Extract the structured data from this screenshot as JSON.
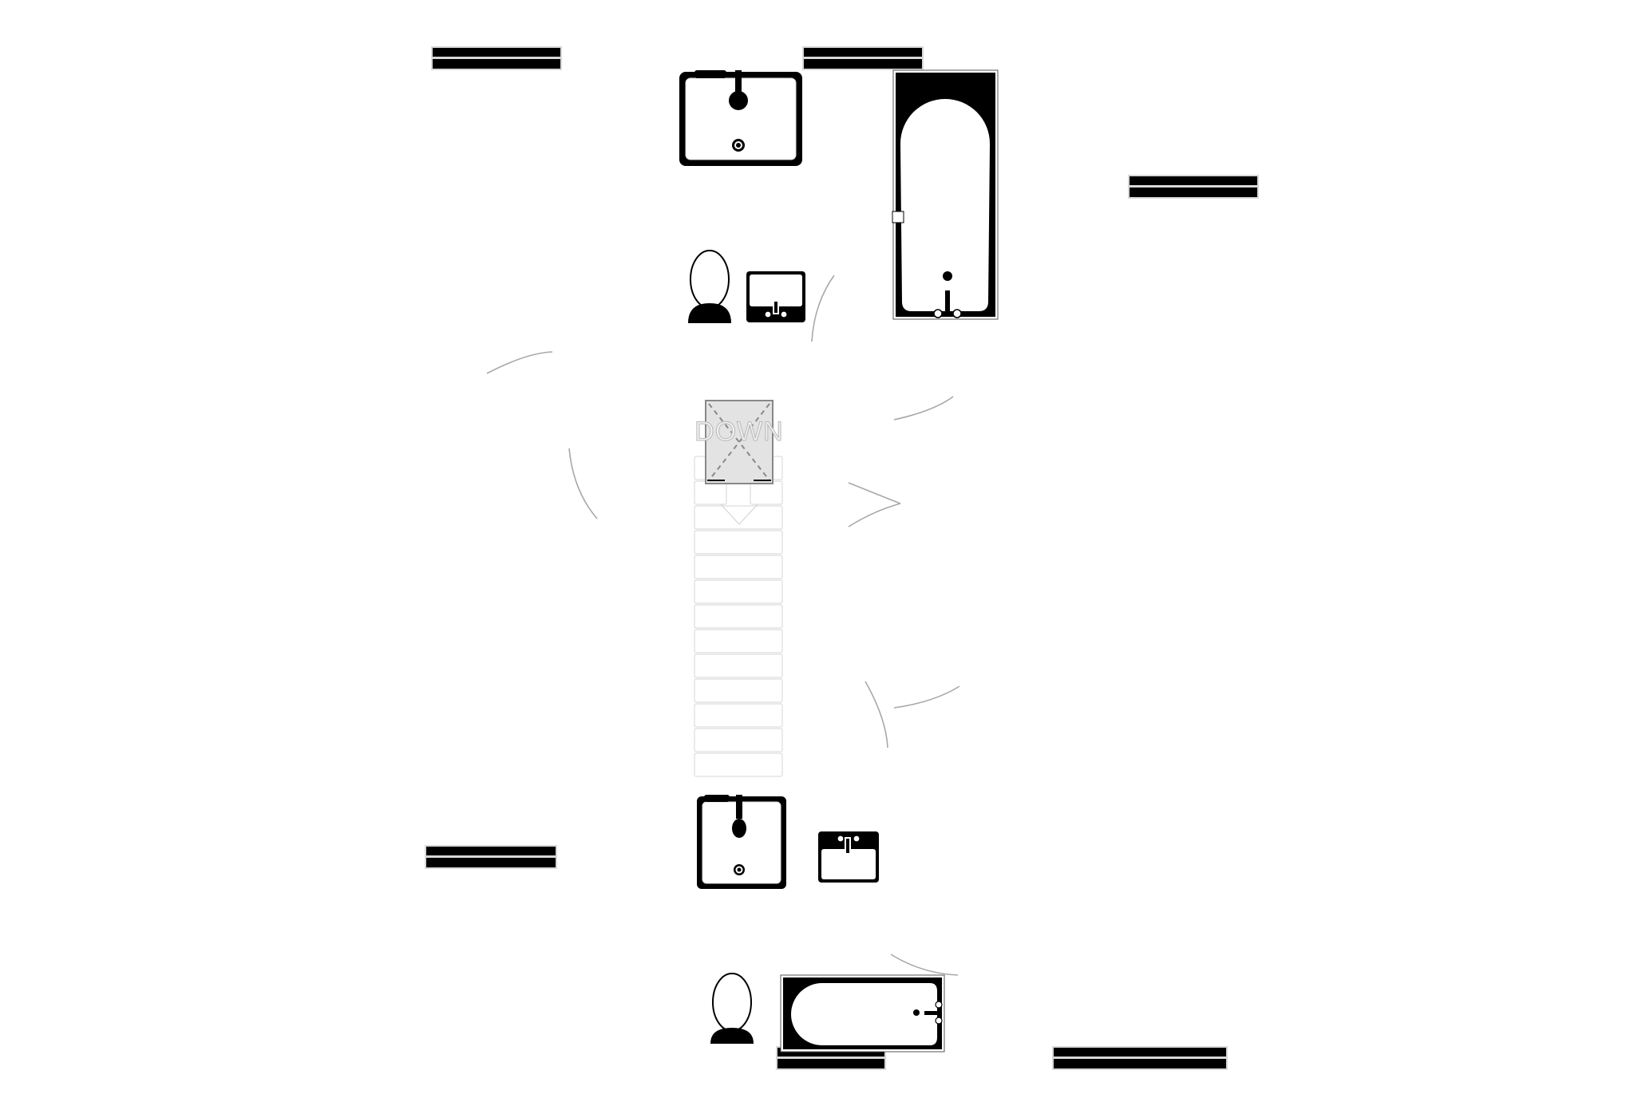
{
  "diagram": {
    "type": "floor-plan",
    "description": "Upper floor fixture layout with two bathrooms and a central staircase",
    "colors": {
      "fixture": "#000000",
      "background": "#ffffff",
      "door_swing": "#a8a8a8",
      "stair_line": "#d6d6d6",
      "stair_landing": "#e3e3e3"
    },
    "staircase": {
      "label": "DOWN",
      "direction": "down",
      "tread_count": 13
    },
    "fixtures": [
      {
        "id": "shower-tray-top",
        "kind": "shower tray",
        "room": "upper bathroom"
      },
      {
        "id": "bathtub-top",
        "kind": "bathtub",
        "room": "upper bathroom"
      },
      {
        "id": "toilet-top",
        "kind": "toilet",
        "room": "upper bathroom"
      },
      {
        "id": "basin-top",
        "kind": "wash basin",
        "room": "upper bathroom"
      },
      {
        "id": "shower-tray-bottom",
        "kind": "shower tray",
        "room": "lower bathroom"
      },
      {
        "id": "basin-bottom",
        "kind": "wash basin",
        "room": "lower bathroom"
      },
      {
        "id": "toilet-bottom",
        "kind": "toilet",
        "room": "lower bathroom"
      },
      {
        "id": "bathtub-bottom",
        "kind": "bathtub",
        "room": "lower bathroom"
      }
    ],
    "windows": [
      {
        "id": "window-1",
        "kind": "wall window segment"
      },
      {
        "id": "window-2",
        "kind": "wall window segment"
      },
      {
        "id": "window-3",
        "kind": "wall window segment"
      },
      {
        "id": "window-4",
        "kind": "wall window segment"
      },
      {
        "id": "window-5",
        "kind": "wall window segment"
      },
      {
        "id": "window-6",
        "kind": "wall window segment"
      }
    ],
    "door_swings_count": 9
  }
}
